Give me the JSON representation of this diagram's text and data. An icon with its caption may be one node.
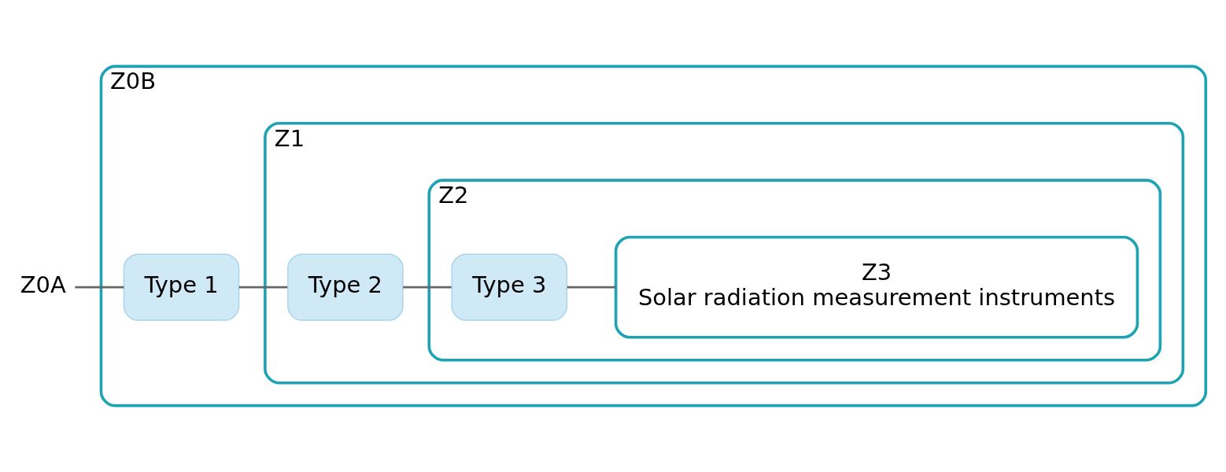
{
  "diagram": {
    "nodes": [
      {
        "text": [
          "Z0B"
        ]
      },
      {
        "text": [
          "Z0A"
        ]
      },
      {
        "text": [
          "Type 1"
        ],
        "in": 0
      },
      {
        "text": [
          "Z1"
        ],
        "in": 0
      },
      {
        "text": [
          "Type 2"
        ],
        "in": 3
      },
      {
        "text": [
          "Z2"
        ],
        "in": 3
      },
      {
        "text": [
          "Type 3"
        ],
        "in": 5
      },
      {
        "text": [
          "Z3",
          "Solar radiation measurement instruments"
        ],
        "in": 5
      }
    ],
    "edges": [
      {
        "from": 1,
        "to": 2,
        "arrow": "none"
      },
      {
        "from": 2,
        "to": 4,
        "arrow": "none"
      },
      {
        "from": 4,
        "to": 6,
        "arrow": "none"
      },
      {
        "from": 6,
        "to": 7,
        "arrow": "none"
      }
    ]
  }
}
